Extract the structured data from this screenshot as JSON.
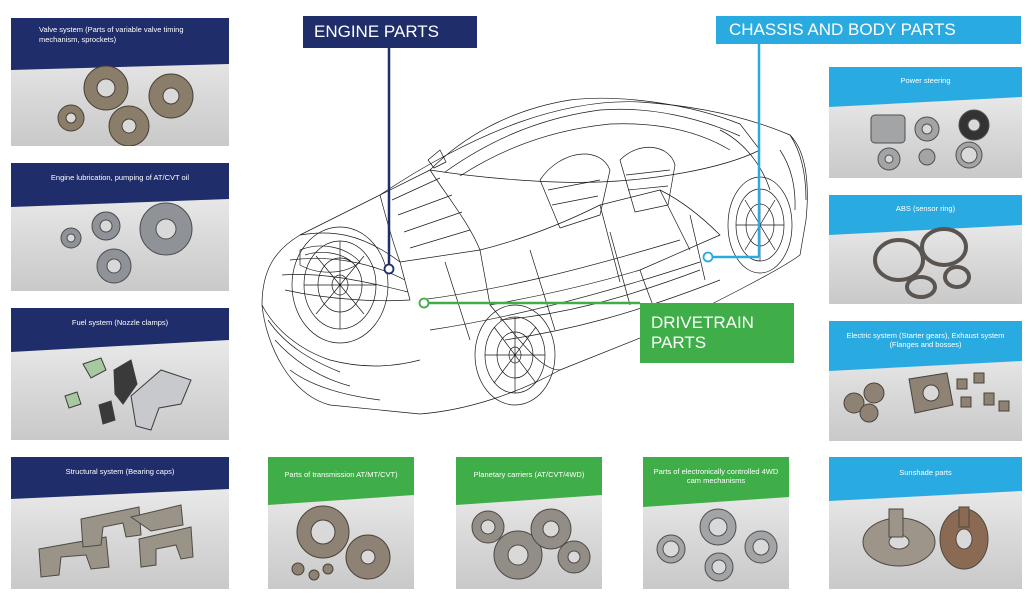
{
  "headers": {
    "engine": "ENGINE PARTS",
    "chassis": "CHASSIS AND BODY PARTS",
    "drivetrain_line1": "DRIVETRAIN",
    "drivetrain_line2": "PARTS"
  },
  "cards": {
    "valve": "Valve system (Parts of variable valve timing mechanism, sprockets)",
    "lubrication": "Engine lubrication, pumping of AT/CVT oil",
    "fuel": "Fuel system (Nozzle clamps)",
    "structural": "Structural system (Bearing caps)",
    "transmission": "Parts of transmission AT/MT/CVT)",
    "planetary": "Planetary carriers (AT/CVT/4WD)",
    "electronic_4wd": "Parts of electronically controlled 4WD cam mechanisms",
    "power_steering": "Power steering",
    "abs": "ABS (sensor ring)",
    "electric": "Electric system (Starter gears), Exhaust system (Flanges and bosses)",
    "sunshade": "Sunshade parts"
  },
  "colors": {
    "navy": "#1f2d6b",
    "cyan": "#29abe2",
    "green": "#3fae49"
  }
}
